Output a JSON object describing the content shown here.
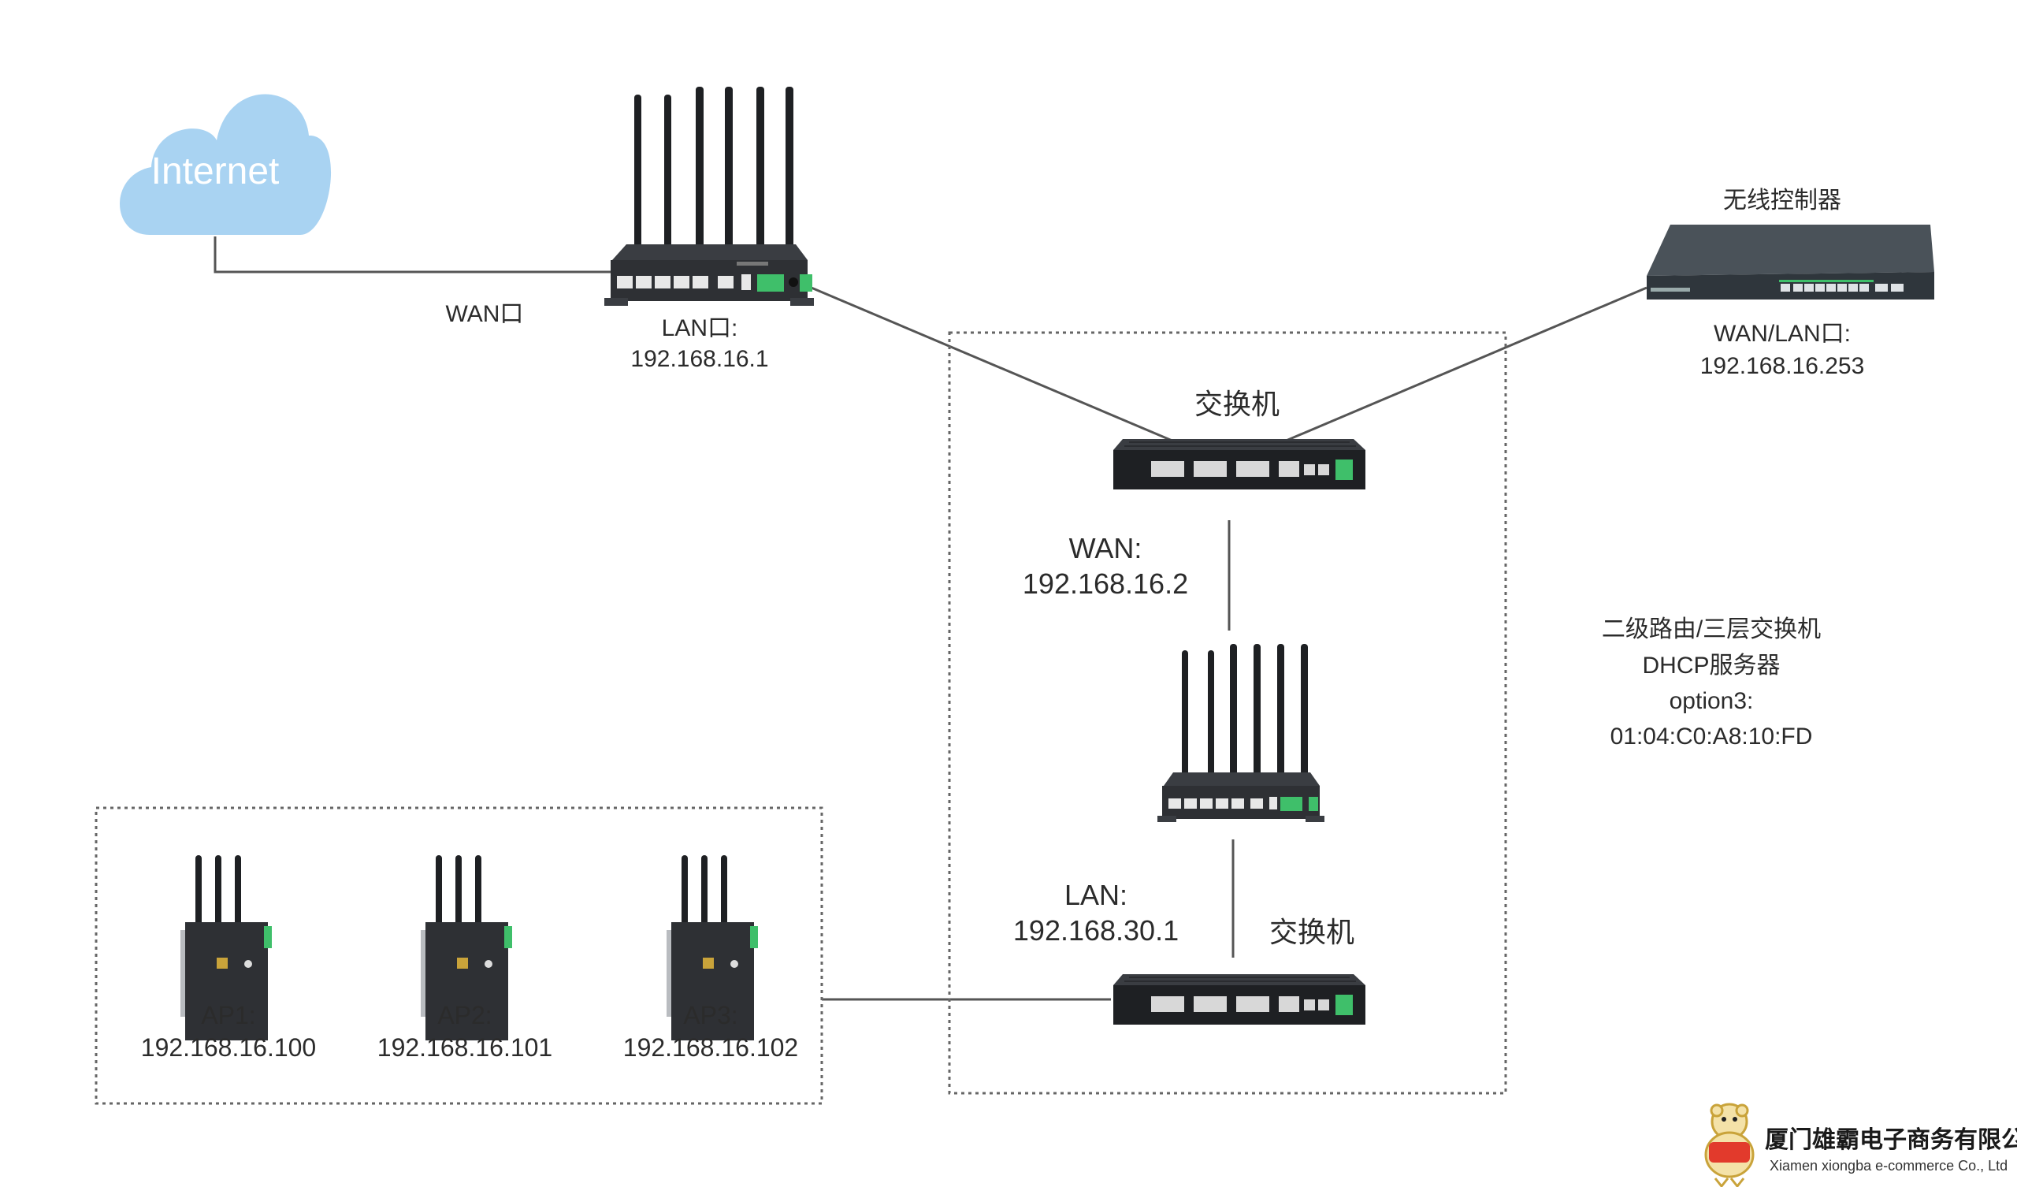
{
  "cloud": {
    "label": "Internet",
    "color": "#a9d3f2"
  },
  "main_router": {
    "wan_label": "WAN口",
    "lan_label": "LAN口:",
    "lan_ip": "192.168.16.1"
  },
  "wireless_controller": {
    "title": "无线控制器",
    "port_label": "WAN/LAN口:",
    "ip": "192.168.16.253"
  },
  "switch_top": {
    "label": "交换机"
  },
  "secondary_router": {
    "wan_label": "WAN:",
    "wan_ip": "192.168.16.2",
    "lan_label": "LAN:",
    "lan_ip": "192.168.30.1"
  },
  "switch_bottom": {
    "label": "交换机"
  },
  "dhcp_note": {
    "line1": "二级路由/三层交换机",
    "line2": "DHCP服务器",
    "line3": "option3:",
    "line4": "01:04:C0:A8:10:FD"
  },
  "access_points": [
    {
      "label": "AP1:",
      "ip": "192.168.16.100"
    },
    {
      "label": "AP2:",
      "ip": "192.168.16.101"
    },
    {
      "label": "AP3:",
      "ip": "192.168.16.102"
    }
  ],
  "company": {
    "name_cn": "厦门雄霸电子商务有限公司",
    "name_en": "Xiamen xiongba e-commerce Co., Ltd"
  },
  "colors": {
    "line": "#555555",
    "device_body": "#2e3034",
    "device_dark": "#1e2023",
    "port": "#e8e8e8",
    "terminal": "#3fbf6a",
    "controller_body": "#3f474e"
  }
}
